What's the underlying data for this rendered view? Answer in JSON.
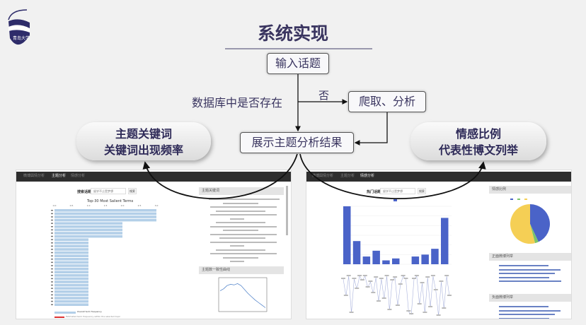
{
  "slide": {
    "title": "系统实现",
    "logo_text": "QINGDAO UNIVERSITY 青岛大学 1909"
  },
  "flow": {
    "input": "输入话题",
    "question": "数据库中是否存在",
    "no": "否",
    "crawl": "爬取、分析",
    "show": "展示主题分析结果",
    "left_cap": [
      "主题关键词",
      "关键词出现频率"
    ],
    "right_cap": [
      "情感比例",
      "代表性博文列举"
    ]
  },
  "topic_shot": {
    "nav": [
      "微博舆情分析",
      "主题分析",
      "情感分析"
    ],
    "active_tab": 1,
    "search_label": "搜索话题",
    "search_value": "留学不止是梦想",
    "search_button": "搜索",
    "chart_title": "Top-30 Most Salient Terms",
    "legend": [
      "Overall term frequency",
      "Estimated term frequency within the selected topic"
    ],
    "panel1": "主题关键词",
    "panel2": "主题数一致性曲线",
    "chart_data": {
      "type": "bar",
      "orientation": "horizontal",
      "title": "Top-30 Most Salient Terms",
      "xlim": [
        0,
        3
      ],
      "xticks": [
        "0.0",
        "0.5",
        "1.0",
        "1.5",
        "2.0",
        "2.5",
        "3.0"
      ],
      "values": [
        3,
        3,
        3,
        3,
        2,
        2,
        2,
        2,
        2,
        1,
        1,
        1,
        1,
        1,
        1,
        1,
        1,
        1,
        1,
        1,
        1,
        1,
        1,
        1,
        1,
        1,
        1,
        1,
        1,
        1
      ],
      "bar_color": "#b3cfe8"
    },
    "coherence": [
      0.42,
      0.45,
      0.5,
      0.52,
      0.51,
      0.53,
      0.5,
      0.44,
      0.38,
      0.33,
      0.28,
      0.24,
      0.2,
      0.16
    ]
  },
  "sentiment_shot": {
    "nav": [
      "微博舆情分析",
      "主题分析",
      "情感分析"
    ],
    "active_tab": 2,
    "search_label": "热门话题",
    "search_value": "留学不止是梦想",
    "search_button": "搜索",
    "panel1": "情感比例",
    "panel2": "正面微博列举",
    "panel3": "负面微博列举",
    "chart_data": [
      {
        "type": "bar",
        "values": [
          30,
          12,
          4,
          7,
          2,
          3,
          0,
          4,
          5,
          8,
          24
        ],
        "ylim": [
          0,
          30
        ],
        "color": "#4a63c8"
      },
      {
        "type": "line",
        "values": [
          28,
          16,
          30,
          4,
          28,
          21,
          30,
          27,
          30,
          22,
          26,
          18,
          29,
          12,
          28,
          14,
          30,
          6,
          27,
          29,
          9,
          24,
          30,
          28,
          5,
          3,
          28,
          30,
          10,
          25,
          4,
          29,
          8,
          30,
          20,
          2,
          26,
          7,
          30,
          16
        ],
        "ylim": [
          0,
          30
        ],
        "color": "#aab3dd"
      },
      {
        "type": "pie",
        "values": [
          43,
          3,
          54
        ],
        "colors": [
          "#4a63c8",
          "#7cc46a",
          "#f5cf55"
        ]
      }
    ]
  },
  "colors": {
    "title": "#3a3560",
    "accent": "#4a63c8"
  }
}
